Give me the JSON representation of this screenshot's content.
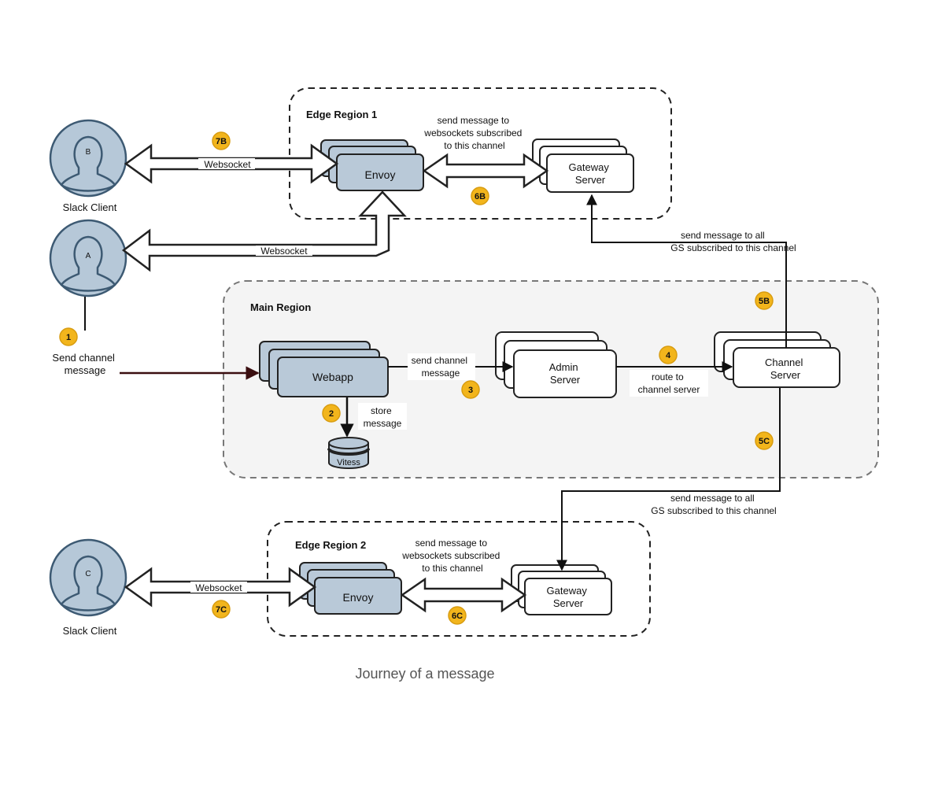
{
  "regions": {
    "edge1": "Edge Region 1",
    "main": "Main Region",
    "edge2": "Edge Region 2"
  },
  "clients": {
    "b": {
      "letter": "B",
      "label": "Slack Client"
    },
    "a": {
      "letter": "A"
    },
    "c": {
      "letter": "C",
      "label": "Slack Client"
    }
  },
  "nodes": {
    "envoy1": "Envoy",
    "gateway1": [
      "Gateway",
      "Server"
    ],
    "webapp": "Webapp",
    "admin": [
      "Admin",
      "Server"
    ],
    "channel": [
      "Channel",
      "Server"
    ],
    "vitess": "Vitess",
    "envoy2": "Envoy",
    "gateway2": [
      "Gateway",
      "Server"
    ]
  },
  "edges": {
    "ws_b": "Websocket",
    "ws_a": "Websocket",
    "ws_c": "Websocket",
    "send_channel_a": [
      "Send channel",
      "message"
    ],
    "send_channel_webapp": [
      "send channel",
      "message"
    ],
    "store": [
      "store",
      "message"
    ],
    "route": [
      "route to",
      "channel server"
    ],
    "gs_top": [
      "send message to all",
      "GS subscribed to this channel"
    ],
    "gs_bottom": [
      "send message to all",
      "GS subscribed to this channel"
    ],
    "ws_sub_top": [
      "send message to",
      "websockets subscribed",
      "to this channel"
    ],
    "ws_sub_bottom": [
      "send message to",
      "websockets subscribed",
      "to this channel"
    ]
  },
  "badges": {
    "b1": "1",
    "b2": "2",
    "b3": "3",
    "b4": "4",
    "b5b": "5B",
    "b5c": "5C",
    "b6b": "6B",
    "b6c": "6C",
    "b7b": "7B",
    "b7c": "7C"
  },
  "caption": "Journey of a message",
  "colors": {
    "node_fill": "#b9c9d8",
    "node_stroke": "#222222",
    "client_fill": "#b6c8d8",
    "client_stroke": "#3d5a73",
    "badge": "#f2b51c",
    "main_region_fill": "#f4f4f4",
    "red_arrow": "#3a0e10"
  }
}
